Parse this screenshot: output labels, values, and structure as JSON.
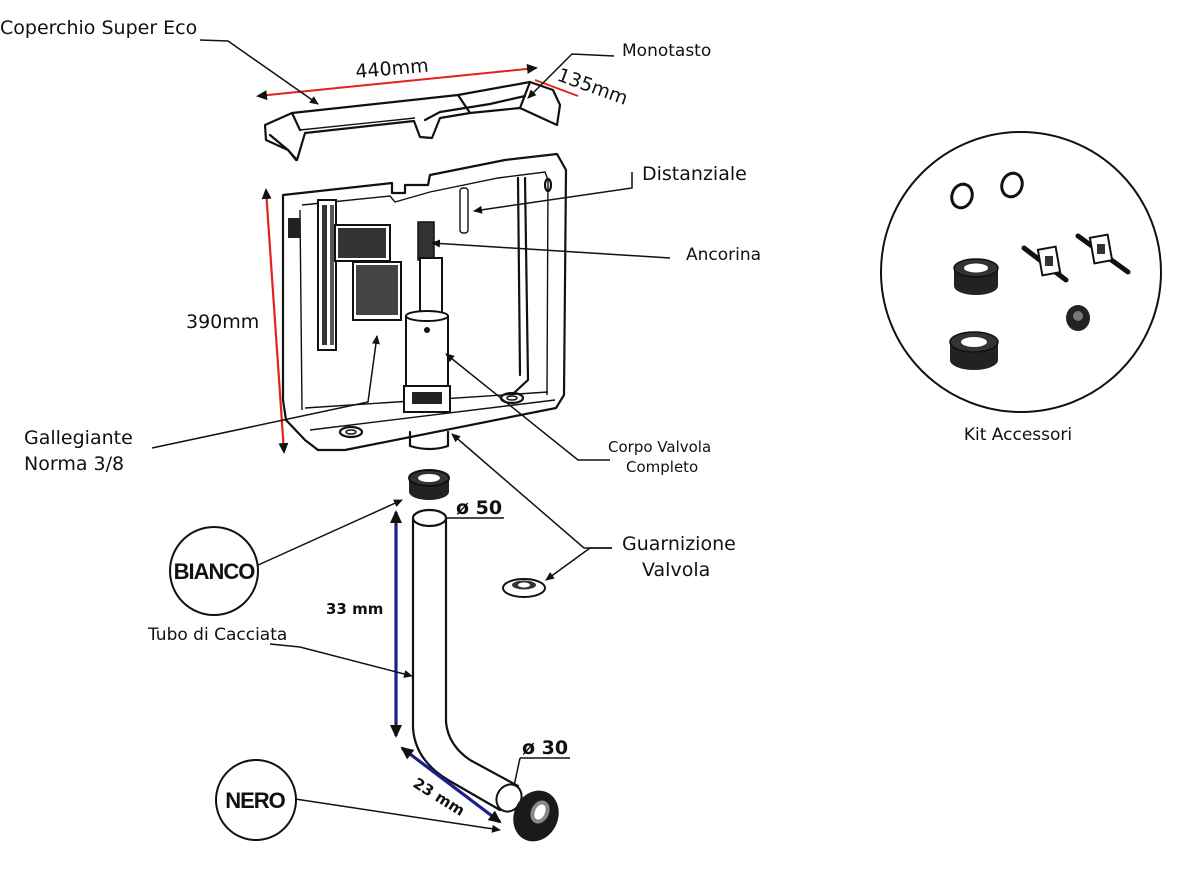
{
  "labels": {
    "cover": "Coperchio Super Eco",
    "width": "440mm",
    "button": "Monotasto",
    "depth": "135mm",
    "spacer": "Distanziale",
    "anchor": "Ancorina",
    "height": "390mm",
    "float_line1": "Gallegiante",
    "float_line2": "Norma 3/8",
    "valve_body_line1": "Corpo Valvola",
    "valve_body_line2": "Completo",
    "diameter_top": "ø 50",
    "gasket_line1": "Guarnizione",
    "gasket_line2": "Valvola",
    "white_badge": "BIANCO",
    "pipe_length": "33 mm",
    "flush_pipe": "Tubo di Cacciata",
    "diameter_bottom": "ø 30",
    "bend_length": "23 mm",
    "black_badge": "NERO",
    "kit": "Kit Accessori"
  },
  "colors": {
    "dimension_red": "#e0231d",
    "dimension_blue": "#1b1f8a",
    "ink": "#111111"
  }
}
